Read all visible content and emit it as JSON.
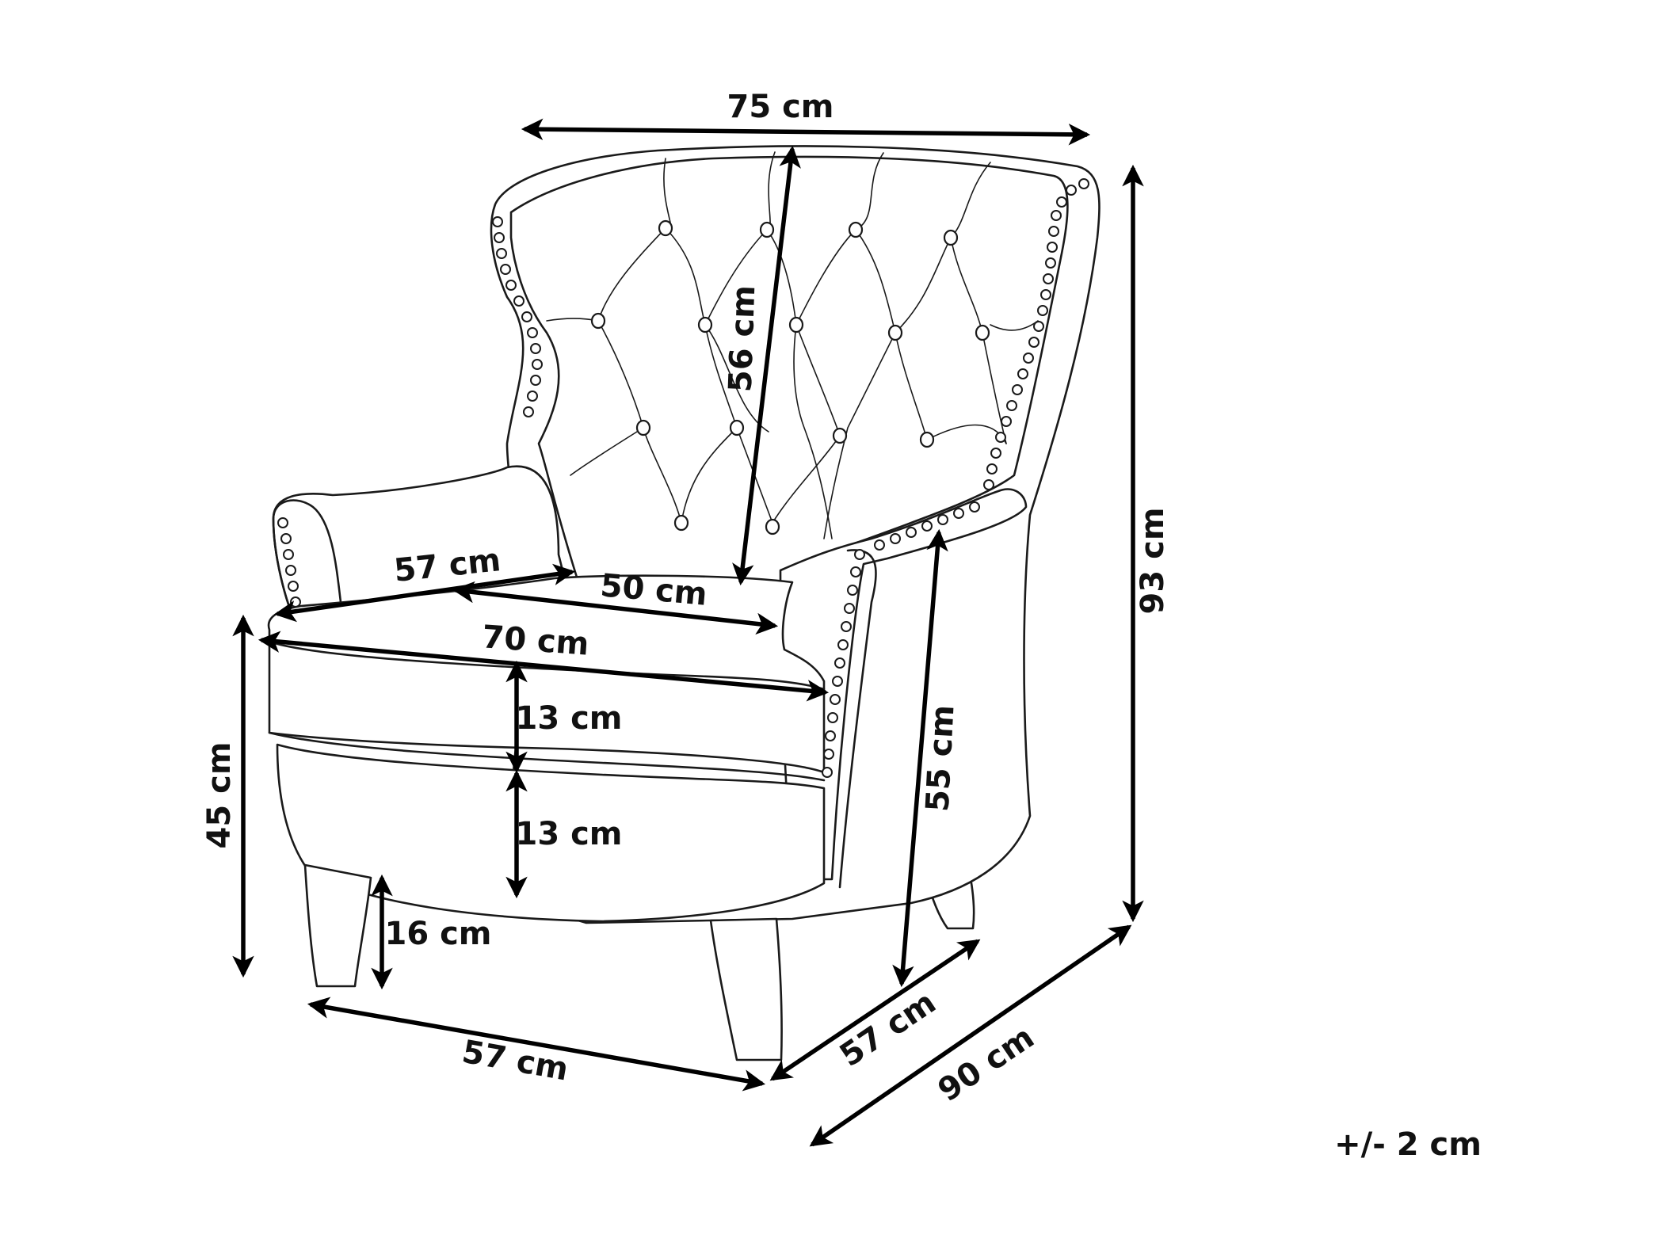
{
  "diagram": {
    "subject": "wingback armchair",
    "tolerance": "+/- 2 cm",
    "dimensions": {
      "overall_width": "75 cm",
      "backrest_height": "56 cm",
      "overall_height": "93 cm",
      "seat_depth": "57 cm",
      "seat_width_inner": "50 cm",
      "seat_width_front": "70 cm",
      "cushion_thickness": "13 cm",
      "base_front_height": "13 cm",
      "armrest_height": "55 cm",
      "seat_height": "45 cm",
      "leg_height": "16 cm",
      "base_width": "57 cm",
      "base_depth": "57 cm",
      "overall_depth": "90 cm"
    },
    "colors": {
      "line": "#1a1a1a",
      "arrow": "#000000",
      "background": "#ffffff"
    }
  }
}
